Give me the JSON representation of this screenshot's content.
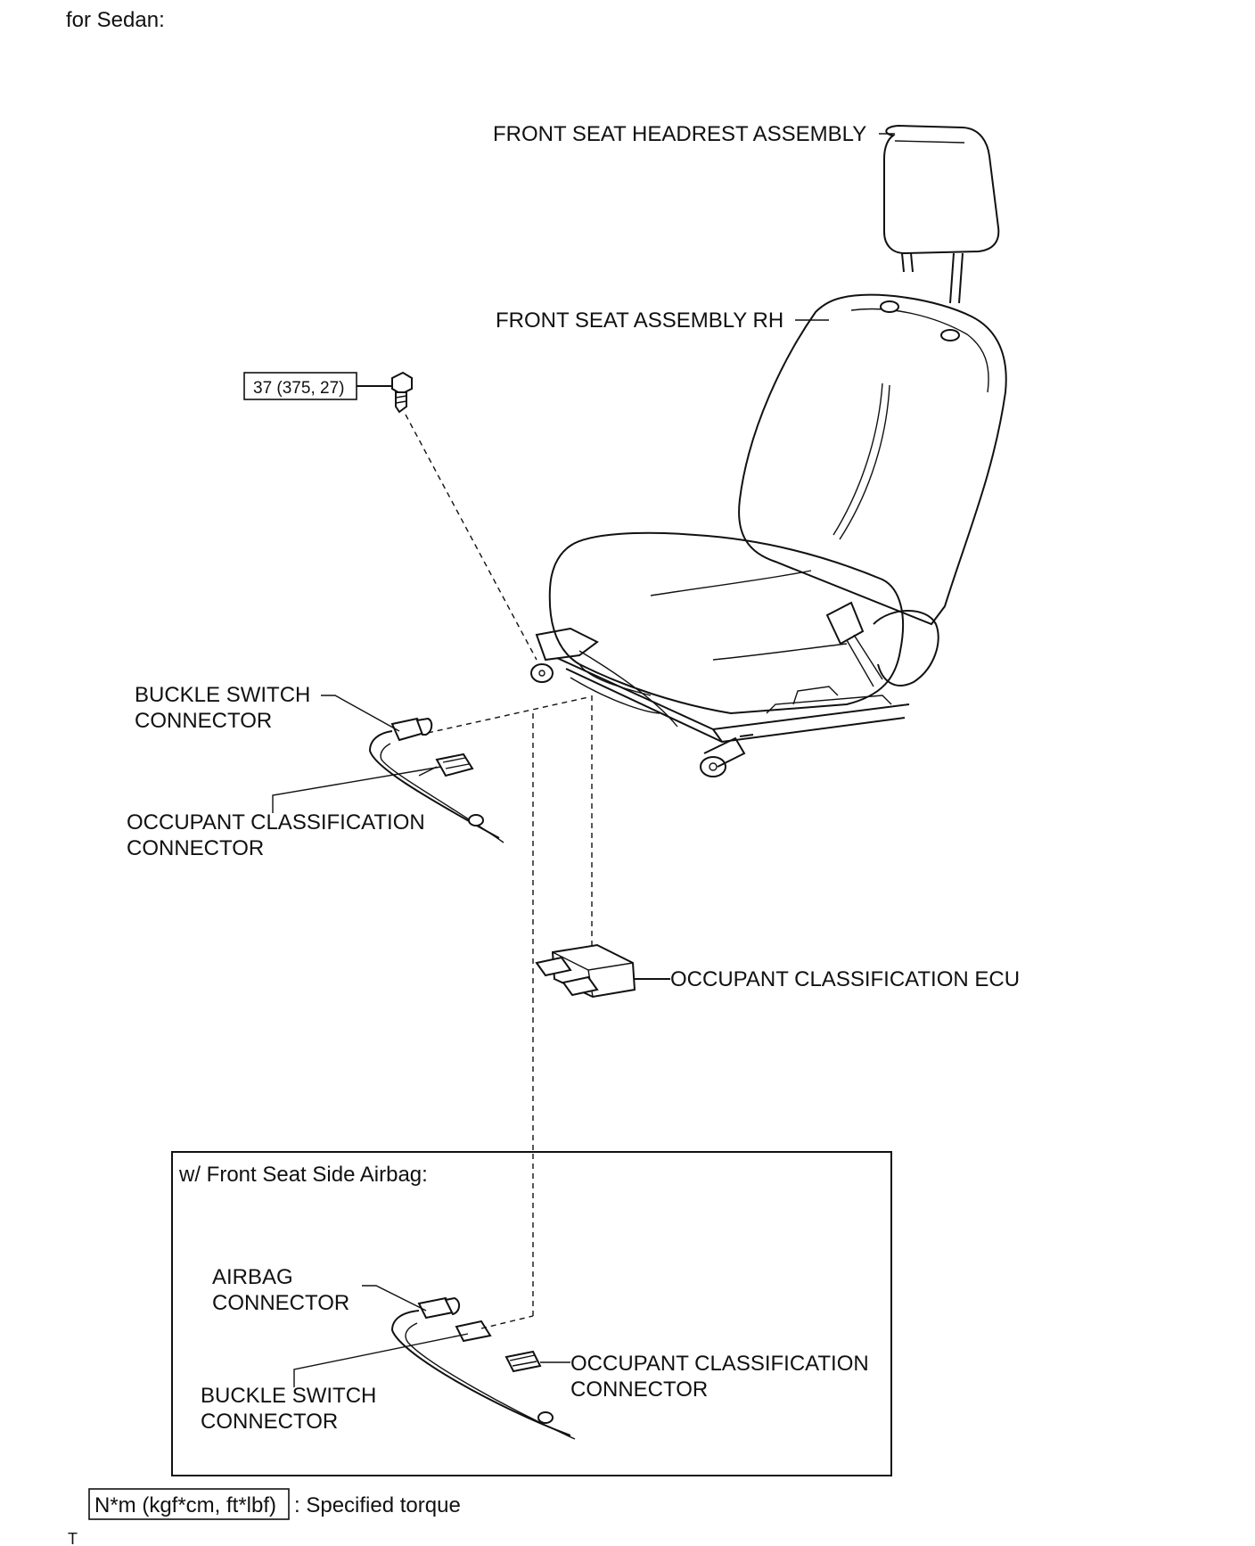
{
  "caption": "for Sedan:",
  "labels": {
    "headrest": "FRONT SEAT HEADREST ASSEMBLY",
    "seat": "FRONT SEAT ASSEMBLY RH",
    "torque": "37 (375, 27)",
    "buckle_line1": "BUCKLE SWITCH",
    "buckle_line2": "CONNECTOR",
    "occ_conn_line1": "OCCUPANT CLASSIFICATION",
    "occ_conn_line2": "CONNECTOR",
    "ecu": "OCCUPANT CLASSIFICATION ECU"
  },
  "inset": {
    "title": "w/ Front Seat Side Airbag:",
    "airbag_line1": "AIRBAG",
    "airbag_line2": "CONNECTOR",
    "buckle_line1": "BUCKLE SWITCH",
    "buckle_line2": "CONNECTOR",
    "occ_line1": "OCCUPANT CLASSIFICATION",
    "occ_line2": "CONNECTOR"
  },
  "legend": {
    "unit": "N*m (kgf*cm, ft*lbf)",
    "text": ": Specified torque"
  },
  "footer_mark": "T"
}
